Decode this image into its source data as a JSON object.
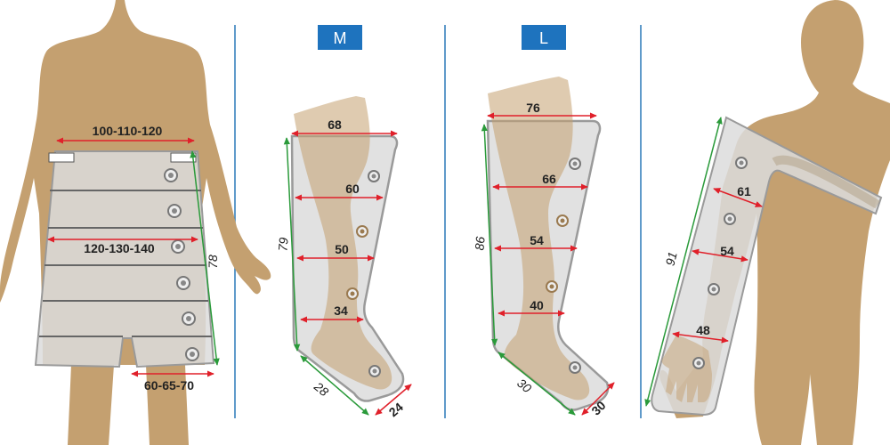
{
  "colors": {
    "skin": "#c4a070",
    "skin_light": "#e3cfae",
    "garment_fill": "#dcdcdc",
    "garment_stroke": "#9a9a9a",
    "red_measure": "#e0202a",
    "green_measure": "#2a9a3a",
    "divider": "#2a78b8",
    "badge": "#1e73be"
  },
  "sizes": {
    "m": "M",
    "l": "L"
  },
  "panels": {
    "pants": {
      "waist": "100-110-120",
      "hip": "120-130-140",
      "thigh": "60-65-70",
      "length": "78"
    },
    "leg_m": {
      "top": "68",
      "upper": "60",
      "mid": "50",
      "ankle": "34",
      "length": "79",
      "foot": "28",
      "toe": "24"
    },
    "leg_l": {
      "top": "76",
      "upper": "66",
      "mid": "54",
      "ankle": "40",
      "length": "86",
      "foot": "30",
      "toe": "30"
    },
    "arm": {
      "upper": "61",
      "mid": "54",
      "wrist": "48",
      "length": "91"
    }
  }
}
